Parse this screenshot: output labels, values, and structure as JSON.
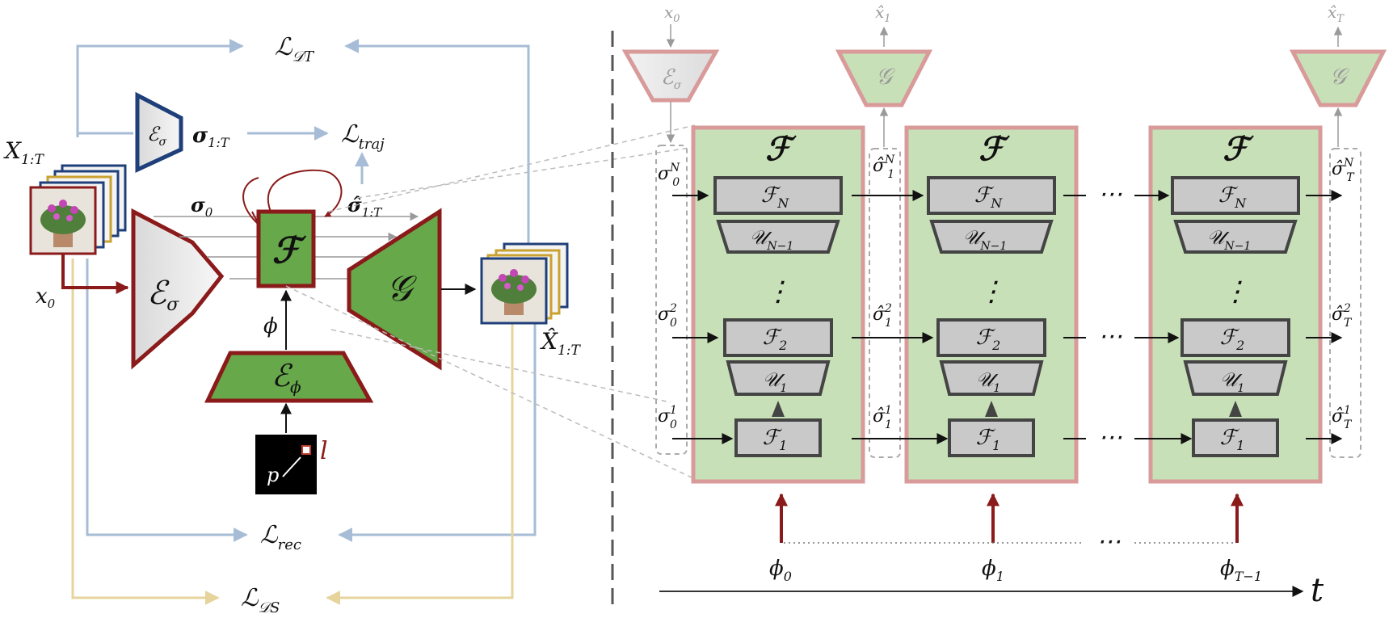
{
  "left": {
    "loss_dt": "ℒ_𝒟T",
    "loss_dt_main": "ℒ",
    "loss_dt_sub": "𝒟T",
    "loss_traj_main": "ℒ",
    "loss_traj_sub": "traj",
    "loss_rec_main": "ℒ",
    "loss_rec_sub": "rec",
    "loss_ds_main": "ℒ",
    "loss_ds_sub": "𝒟S",
    "input_main": "X",
    "input_sub": "1:T",
    "x0_main": "x",
    "x0_sub": "0",
    "enc_sigma_small_main": "ℰ",
    "enc_sigma_small_sub": "σ",
    "sigma_traj_main": "σ",
    "sigma_traj_sub": "1:T",
    "sigma0_main": "σ",
    "sigma0_sub": "0",
    "sigma_hat_main": "σ̂",
    "sigma_hat_sub": "1:T",
    "enc_sigma_main": "ℰ",
    "enc_sigma_sub": "σ",
    "flow": "ℱ",
    "generator": "𝒢",
    "phi": "ϕ",
    "enc_phi_main": "ℰ",
    "enc_phi_sub": "ϕ",
    "p": "p",
    "l": "l",
    "output_main": "X̂",
    "output_sub": "1:T"
  },
  "right": {
    "x0_main": "x",
    "x0_sub": "0",
    "x1_main": "x̂",
    "x1_sub": "1",
    "xT_main": "x̂",
    "xT_sub": "T",
    "enc_main": "ℰ",
    "enc_sub": "σ",
    "gen": "𝒢",
    "block_title": "ℱ",
    "f_main": "ℱ",
    "u_main": "𝒰",
    "fN_sub": "N",
    "uN_sub": "N−1",
    "f2_sub": "2",
    "u1_sub": "1",
    "f1_sub": "1",
    "vdots": "⋮",
    "hdots": "⋯",
    "phi_main": "ϕ",
    "phi_subs": [
      "0",
      "1",
      "T−1"
    ],
    "sig_main": "σ",
    "sighat_main": "σ̂",
    "sig_time_subs": [
      "0",
      "1",
      "T"
    ],
    "sig_level_sups": [
      "N",
      "2",
      "1"
    ],
    "time_axis": "t"
  },
  "colors": {
    "green": "#66a84a",
    "green_light": "#c8e0b8",
    "dark_red": "#8b1a1a",
    "pink_border": "#d99a9a",
    "blue_line": "#a7bcd6",
    "yellow_line": "#e6d49c",
    "grey_box": "#c9c9c9",
    "dark_grey": "#444444",
    "navy": "#1f3f7a",
    "gold": "#c9a230"
  }
}
